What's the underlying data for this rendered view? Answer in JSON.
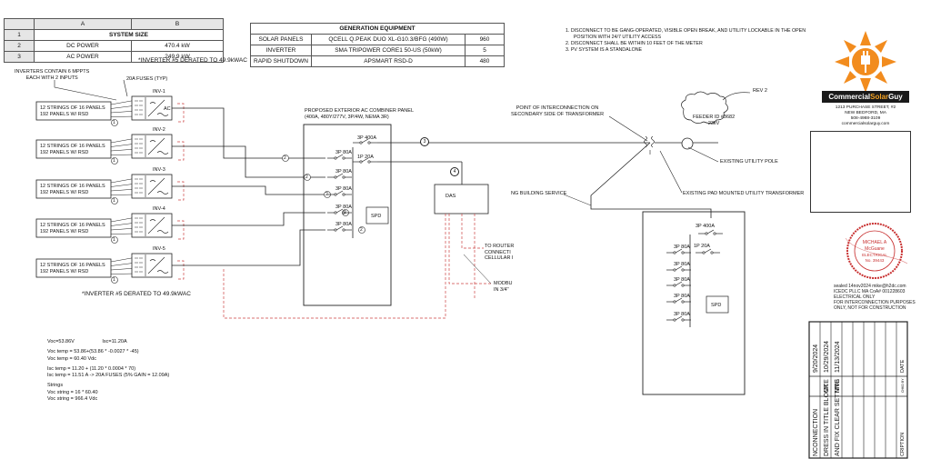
{
  "system_size": {
    "col_a": "A",
    "col_b": "B",
    "rows": [
      {
        "n": "1",
        "a": "SYSTEM SIZE",
        "b": ""
      },
      {
        "n": "2",
        "a": "DC POWER",
        "b": "470.4 kW"
      },
      {
        "n": "3",
        "a": "AC POWER",
        "b": "249.9 kW"
      }
    ],
    "derate_note": "*INVERTER #5 DERATED TO 49.9kWAC"
  },
  "generation_equipment": {
    "title": "GENERATION EQUIPMENT",
    "rows": [
      {
        "item": "SOLAR PANELS",
        "model": "QCELL Q.PEAK DUO XL-G10.3/BFG (490W)",
        "qty": "960"
      },
      {
        "item": "INVERTER",
        "model": "SMA TRIPOWER CORE1 50-US (50kW)",
        "qty": "5"
      },
      {
        "item": "RAPID SHUTDOWN",
        "model": "APSMART RSD-D",
        "qty": "480"
      }
    ]
  },
  "notes": {
    "items": [
      "1.   DISCONNECT TO BE GANG-OPERATED, VISIBLE OPEN BREAK, AND UTILITY LOCKABLE IN THE OPEN",
      "      POSITION WITH 24/7 UTILITY ACCESS",
      "2.   DISCONNECT SHALL BE WITHIN 10 FEET OF THE METER",
      "3.   PV SYSTEM IS A STANDALONE"
    ]
  },
  "diagram": {
    "inverter_mppt_note": [
      "INVERTERS CONTAIN 6 MPPTS",
      "EACH WITH 2 INPUTS"
    ],
    "fuse_label": "20A FUSES (TYP)",
    "inverters": [
      {
        "name": "INV-1",
        "strings": "12 STRINGS OF 16 PANELS",
        "panels": "192 PANELS W/ RSD",
        "tag": "1"
      },
      {
        "name": "INV-2",
        "strings": "12 STRINGS OF 16 PANELS",
        "panels": "192 PANELS W/ RSD",
        "tag": "1"
      },
      {
        "name": "INV-3",
        "strings": "12 STRINGS OF 16 PANELS",
        "panels": "192 PANELS W/ RSD",
        "tag": "1"
      },
      {
        "name": "INV-4",
        "strings": "12 STRINGS OF 16 PANELS",
        "panels": "192 PANELS W/ RSD",
        "tag": "1"
      },
      {
        "name": "INV-5",
        "strings": "12 STRINGS OF 16 PANELS",
        "panels": "192 PANELS W/ RSD",
        "tag": "1"
      }
    ],
    "ac_label": "AC",
    "derate_note_2": "*INVERTER #5 DERATED TO 49.9kWAC",
    "combiner_title": [
      "PROPOSED EXTERIOR AC COMBINER PANEL",
      "(400A, 480Y/277V, 3P/4W, NEMA 3R)"
    ],
    "combiner_main": "3P 400A",
    "combiner_breakers": [
      "3P 80A",
      "3P 80A",
      "3P 80A",
      "3P 80A",
      "3P 80A"
    ],
    "combiner_aux": "1P 20A",
    "spd": "SPD",
    "das": "DAS",
    "tag2": "2",
    "tag3": "3",
    "tag4": "4",
    "router_note": [
      "TO ROUTER",
      "CONNECTI",
      "CELLULAR I"
    ],
    "modbus_note": [
      "MODBU",
      "IN 3/4\""
    ],
    "poi": [
      "POINT OF INTERCONNECTION ON",
      "SECONDARY SIDE OF TRANSFORMER"
    ],
    "rev": "REV 2",
    "feeder": [
      "FEEDER ID #3682",
      "23kV"
    ],
    "utility_pole": "EXISTING UTILITY POLE",
    "transformer": "EXISTING PAD MOUNTED UTILITY TRANSFORMER",
    "building_service": "NG BUILDING SERVICE",
    "ms_main": "3P 400A",
    "ms_breakers": [
      "3P 80A",
      "3P 80A",
      "3P 80A",
      "3P 80A",
      "3P 80A"
    ],
    "ms_aux": "1P 20A",
    "ms_spd": "SPD"
  },
  "calcs": [
    "Voc=53.86V                    Isc=11.20A",
    "",
    "Voc temp = 53.86+(53.86 * -0.0027 * -45)",
    "Voc temp = 60.40 Vdc",
    "",
    "Isc temp = 11.20 + (11.20 * 0.0004 * 70)",
    "Isc temp = 11.51 A -> 20A FUSES (5% GAIN = 12.09A)",
    "",
    "Strings",
    "Voc string = 16 * 60.40",
    "Voc string = 966.4 Vdc"
  ],
  "titleblock": {
    "brand_pre": "Commercial",
    "brand_accent": "Solar",
    "brand_post": "Guy",
    "address": [
      "1213  PURCHASE STREET, #2",
      "NEW BEDFORD, MA",
      "508-4988-3109",
      "commercialsolarguy.com"
    ],
    "stamp_circle": [
      "MICHAEL A",
      "McGuane",
      "ELECTRICAL",
      "No. 39443"
    ],
    "stamp_text": [
      "sealed 14nov2024 mike@h2dc.com",
      "ICEDC PLLC MA CoA# 001228603",
      "ELECTRICAL ONLY",
      "FOR INTERCONNECTION PURPOSES",
      "ONLY, NOT FOR CONSTRUCTION"
    ],
    "rev_rows": [
      {
        "date": "9/20/2024",
        "by": "",
        "desc": "NCONNECTION"
      },
      {
        "date": "10/29/2024",
        "by": "MTE",
        "desc": "DRESS IN TITLE BLOCK"
      },
      {
        "date": "11/13/2024",
        "by": "MTE",
        "desc": "AND FIX CLEAR SETTING"
      }
    ],
    "col_date": "DATE",
    "col_chkd": "CHKD BY",
    "col_desc": "CRIPTION"
  }
}
